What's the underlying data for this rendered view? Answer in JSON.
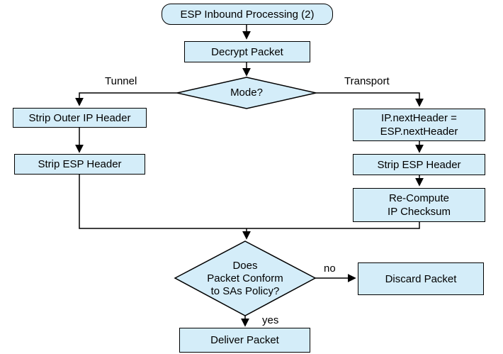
{
  "diagram": {
    "colors": {
      "node_fill": "#d4edf9",
      "node_border": "#000000",
      "line": "#000000",
      "text": "#000000",
      "background": "#ffffff"
    },
    "nodes": {
      "start": {
        "label": "ESP Inbound Processing (2)"
      },
      "decrypt": {
        "label": "Decrypt Packet"
      },
      "mode": {
        "label": "Mode?"
      },
      "strip_outer_ip": {
        "label": "Strip Outer IP Header"
      },
      "strip_esp_tunnel": {
        "label": "Strip ESP Header"
      },
      "ip_next_header": {
        "label": "IP.nextHeader =\nESP.nextHeader"
      },
      "strip_esp_transport": {
        "label": "Strip ESP Header"
      },
      "recompute_checksum": {
        "label": "Re-Compute\nIP Checksum"
      },
      "policy_check": {
        "label": "Does\nPacket Conform\nto SAs Policy?"
      },
      "discard": {
        "label": "Discard Packet"
      },
      "deliver": {
        "label": "Deliver Packet"
      }
    },
    "edge_labels": {
      "tunnel": "Tunnel",
      "transport": "Transport",
      "no": "no",
      "yes": "yes"
    }
  }
}
